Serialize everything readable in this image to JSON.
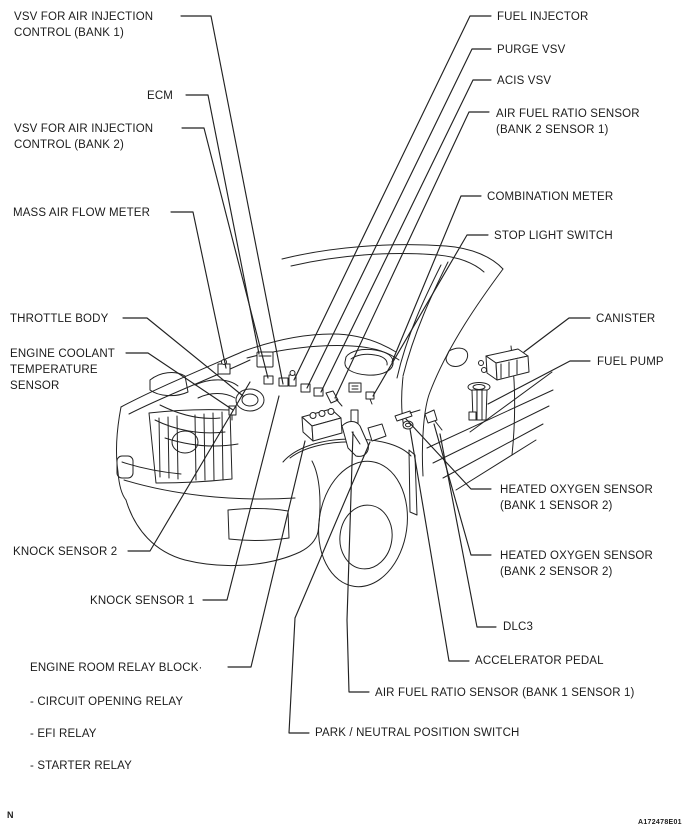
{
  "colors": {
    "line": "#222222",
    "background": "#ffffff"
  },
  "callouts": {
    "vsv_bank1": {
      "text": "VSV FOR AIR INJECTION\nCONTROL (BANK 1)"
    },
    "ecm": {
      "text": "ECM"
    },
    "vsv_bank2": {
      "text": "VSV FOR AIR INJECTION\nCONTROL (BANK 2)"
    },
    "mass_air_flow_meter": {
      "text": "MASS AIR FLOW METER"
    },
    "throttle_body": {
      "text": "THROTTLE BODY"
    },
    "engine_coolant_temp_sensor": {
      "text": "ENGINE COOLANT\nTEMPERATURE\nSENSOR"
    },
    "knock_sensor_2": {
      "text": "KNOCK SENSOR 2"
    },
    "knock_sensor_1": {
      "text": "KNOCK SENSOR 1"
    },
    "engine_room_relay_block": {
      "text": "ENGINE ROOM RELAY BLOCK·"
    },
    "circuit_opening_relay": {
      "text": "- CIRCUIT OPENING RELAY"
    },
    "efi_relay": {
      "text": "- EFI RELAY"
    },
    "starter_relay": {
      "text": "- STARTER RELAY"
    },
    "fuel_injector": {
      "text": "FUEL INJECTOR"
    },
    "purge_vsv": {
      "text": "PURGE VSV"
    },
    "acis_vsv": {
      "text": "ACIS VSV"
    },
    "air_fuel_ratio_sensor_b2s1": {
      "text": "AIR FUEL RATIO SENSOR\n(BANK 2 SENSOR 1)"
    },
    "combination_meter": {
      "text": "COMBINATION METER"
    },
    "stop_light_switch": {
      "text": "STOP LIGHT SWITCH"
    },
    "canister": {
      "text": "CANISTER"
    },
    "fuel_pump": {
      "text": "FUEL PUMP"
    },
    "heated_oxygen_sensor_b1s2": {
      "text": "HEATED OXYGEN SENSOR\n(BANK 1 SENSOR 2)"
    },
    "heated_oxygen_sensor_b2s2": {
      "text": "HEATED OXYGEN SENSOR\n(BANK 2 SENSOR 2)"
    },
    "dlc3": {
      "text": "DLC3"
    },
    "accelerator_pedal": {
      "text": "ACCELERATOR PEDAL"
    },
    "air_fuel_ratio_sensor_b1s1": {
      "text": "AIR FUEL RATIO SENSOR (BANK 1 SENSOR 1)"
    },
    "park_neutral_position_switch": {
      "text": "PARK / NEUTRAL POSITION SWITCH"
    }
  },
  "footer": {
    "corner_mark": "N",
    "figure_code": "A172478E01"
  }
}
